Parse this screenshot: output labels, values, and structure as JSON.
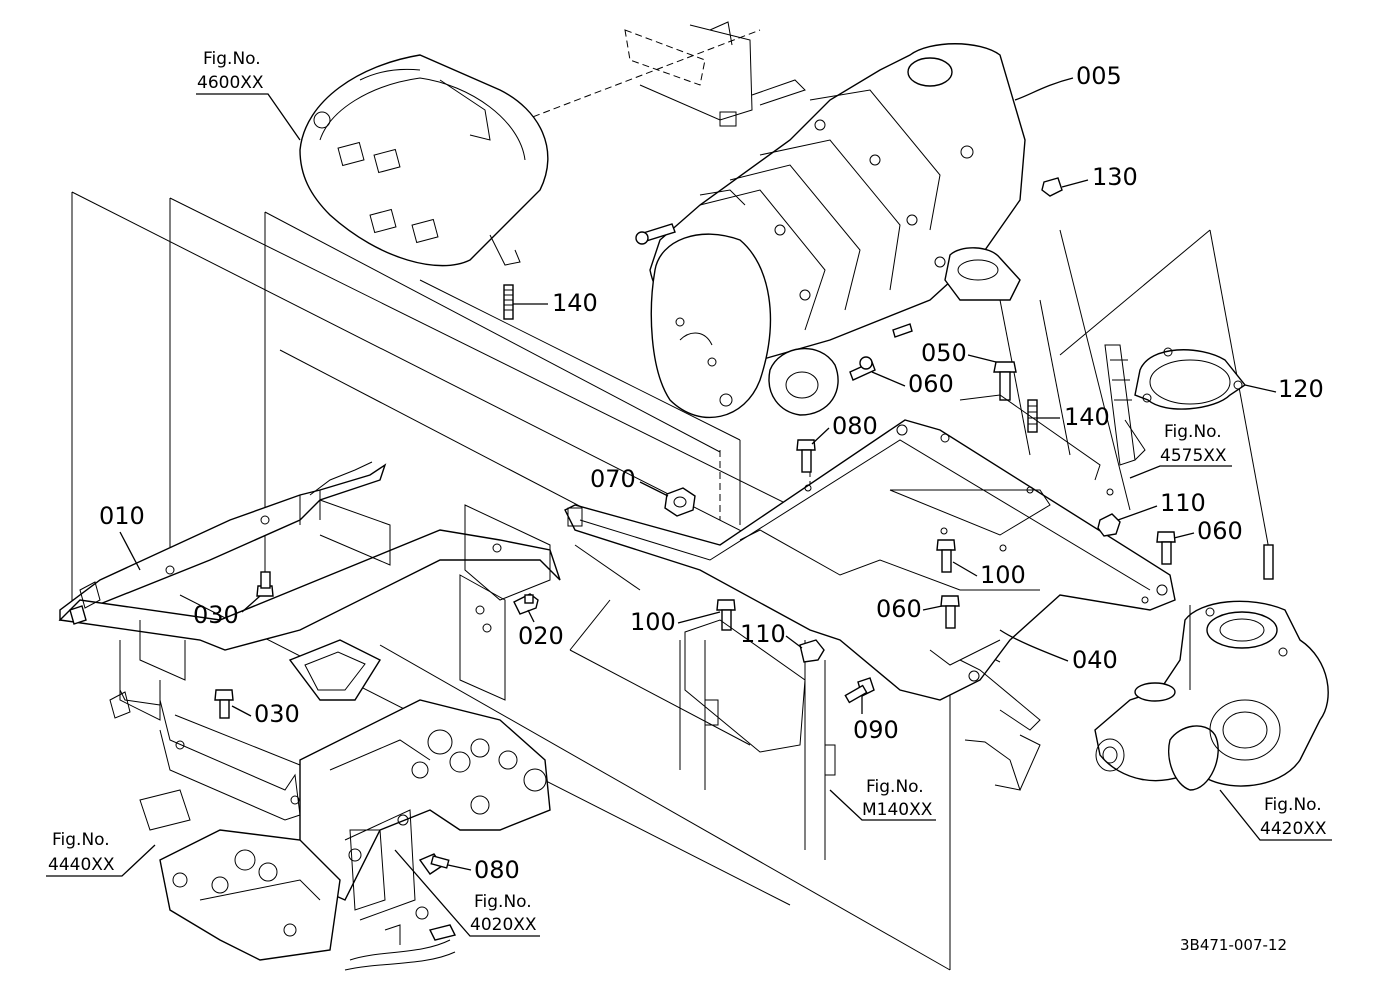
{
  "labels": {
    "p005": "005",
    "p010": "010",
    "p020": "020",
    "p030a": "030",
    "p030b": "030",
    "p040": "040",
    "p050": "050",
    "p060a": "060",
    "p060b": "060",
    "p060c": "060",
    "p070": "070",
    "p080a": "080",
    "p080b": "080",
    "p090": "090",
    "p100a": "100",
    "p100b": "100",
    "p110a": "110",
    "p110b": "110",
    "p120": "120",
    "p130": "130",
    "p140a": "140",
    "p140b": "140"
  },
  "fig_refs": {
    "f4600": {
      "title": "Fig.No.",
      "number": "4600XX"
    },
    "f4575": {
      "title": "Fig.No.",
      "number": "4575XX"
    },
    "f4440": {
      "title": "Fig.No.",
      "number": "4440XX"
    },
    "f4020": {
      "title": "Fig.No.",
      "number": "4020XX"
    },
    "fM140": {
      "title": "Fig.No.",
      "number": "M140XX"
    },
    "f4420": {
      "title": "Fig.No.",
      "number": "4420XX"
    }
  },
  "drawing_code": "3B471-007-12"
}
